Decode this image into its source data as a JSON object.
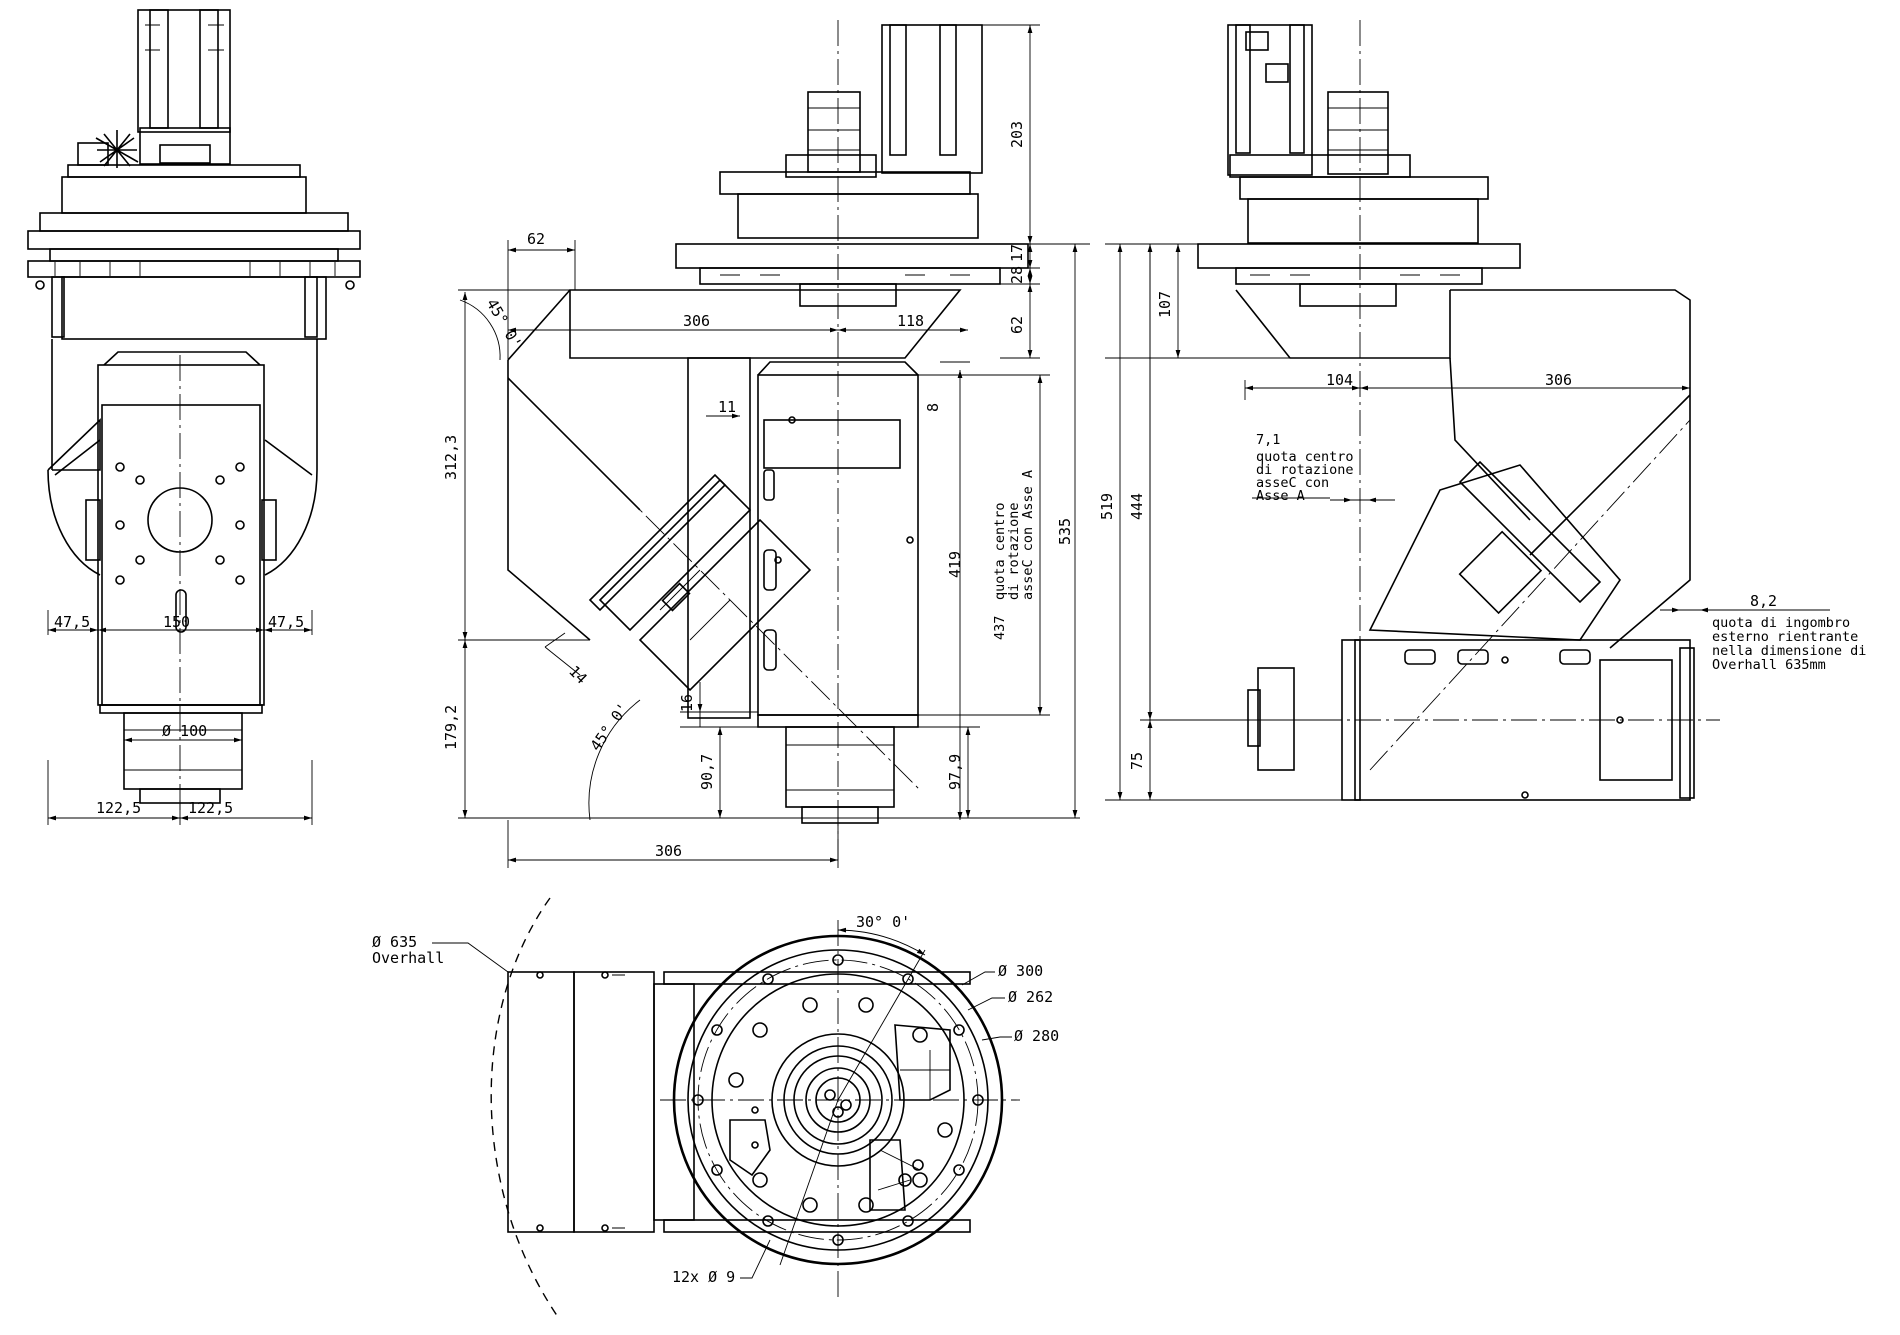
{
  "front_view": {
    "dim_left_offset": "47,5",
    "dim_width": "150",
    "dim_right_offset": "47,5",
    "dim_spindle_diameter": "Ø 100",
    "dim_half_left": "122,5",
    "dim_half_right": "122,5"
  },
  "side_view": {
    "dim_62_top": "62",
    "dim_306_top": "306",
    "dim_118": "118",
    "dim_angle_upper": "45° 0'",
    "dim_11": "11",
    "dim_8": "8",
    "dim_312_3": "312,3",
    "dim_179_2": "179,2",
    "dim_14": "14",
    "dim_angle_lower": "45° 0'",
    "dim_16": "16",
    "dim_90_7": "90,7",
    "dim_306_bottom": "306",
    "dim_419": "419",
    "dim_97_9": "97,9",
    "dim_437": "437",
    "note_437": [
      "quota centro",
      "di rotazione",
      "asseC con Asse A"
    ],
    "dim_535": "535",
    "dim_203": "203",
    "dim_17": "17",
    "dim_28": "28",
    "dim_62_right": "62"
  },
  "rear_view": {
    "dim_107": "107",
    "dim_104": "104",
    "dim_306": "306",
    "dim_7_1": "7,1",
    "note_7_1": [
      "quota centro",
      "di rotazione",
      "asseC con",
      "Asse A"
    ],
    "dim_519": "519",
    "dim_444": "444",
    "dim_75": "75",
    "dim_8_2": "8,2",
    "note_8_2": [
      "quota di ingombro",
      "esterno rientrante",
      "nella dimensione di",
      "Overhall 635mm"
    ]
  },
  "top_view": {
    "label_overhall_dia": "Ø 635",
    "label_overhall": "Overhall",
    "dim_angle_30": "30° 0'",
    "dim_dia_300": "Ø 300",
    "dim_dia_262": "Ø 262",
    "dim_dia_280": "Ø 280",
    "dim_holes": "12x Ø 9"
  }
}
